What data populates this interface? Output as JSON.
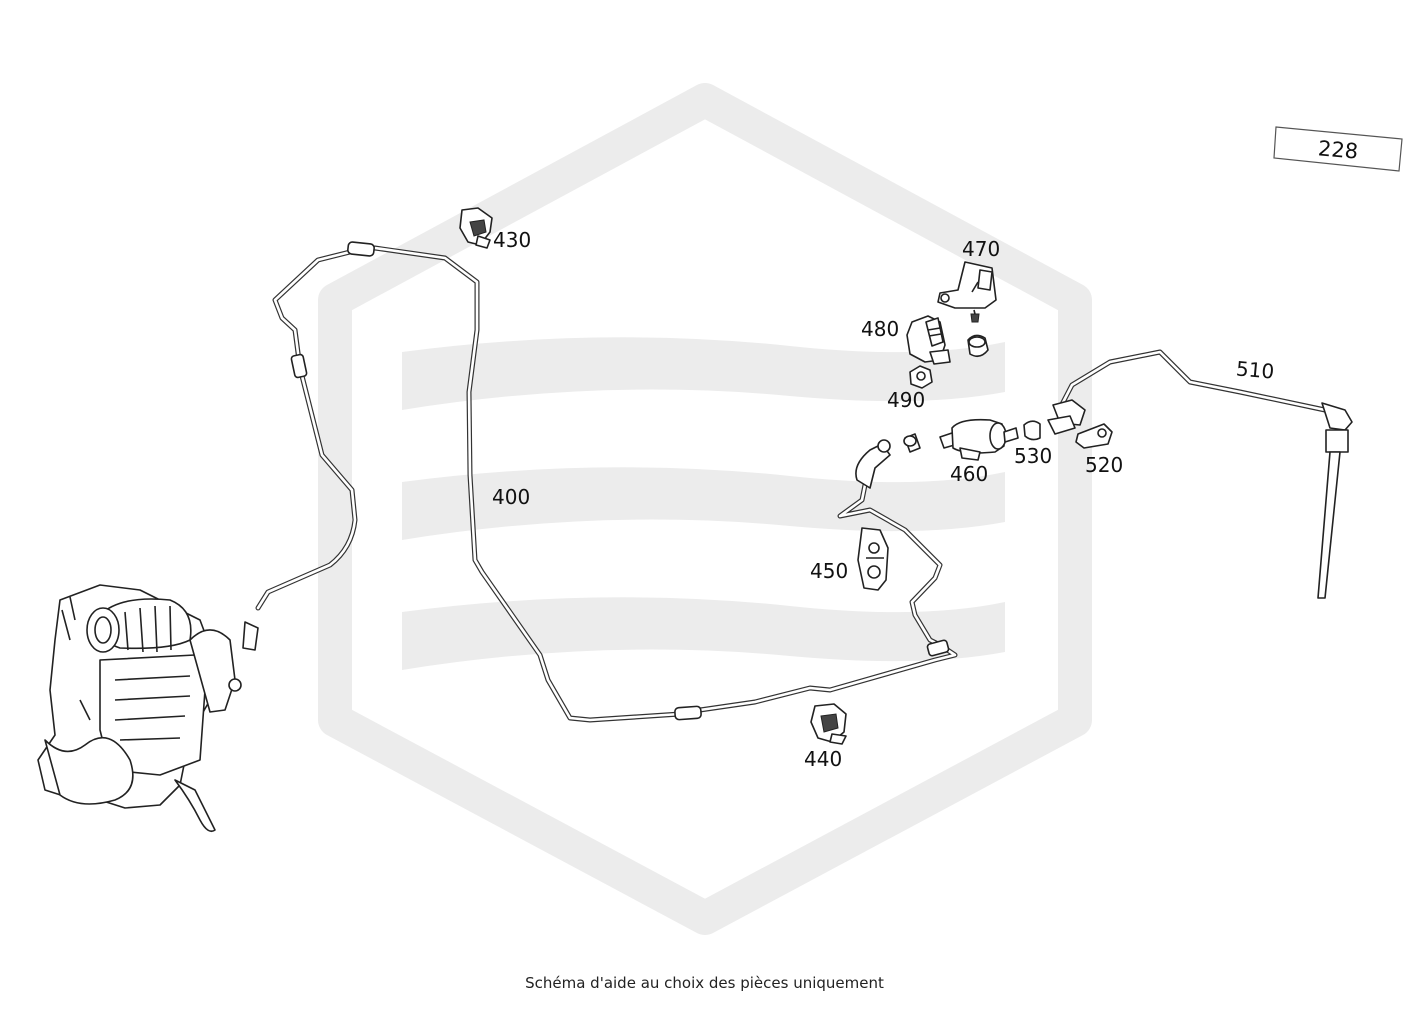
{
  "reference": {
    "number": "228"
  },
  "callouts": [
    {
      "id": "400",
      "label": "400"
    },
    {
      "id": "430",
      "label": "430"
    },
    {
      "id": "440",
      "label": "440"
    },
    {
      "id": "450",
      "label": "450"
    },
    {
      "id": "460",
      "label": "460"
    },
    {
      "id": "470",
      "label": "470"
    },
    {
      "id": "480",
      "label": "480"
    },
    {
      "id": "490",
      "label": "490"
    },
    {
      "id": "510",
      "label": "510"
    },
    {
      "id": "520",
      "label": "520"
    },
    {
      "id": "530",
      "label": "530"
    }
  ],
  "footer": {
    "disclaimer": "Schéma d'aide au choix des pièces uniquement"
  },
  "colors": {
    "line": "#222222",
    "watermark": "#ececec",
    "background": "#ffffff"
  }
}
